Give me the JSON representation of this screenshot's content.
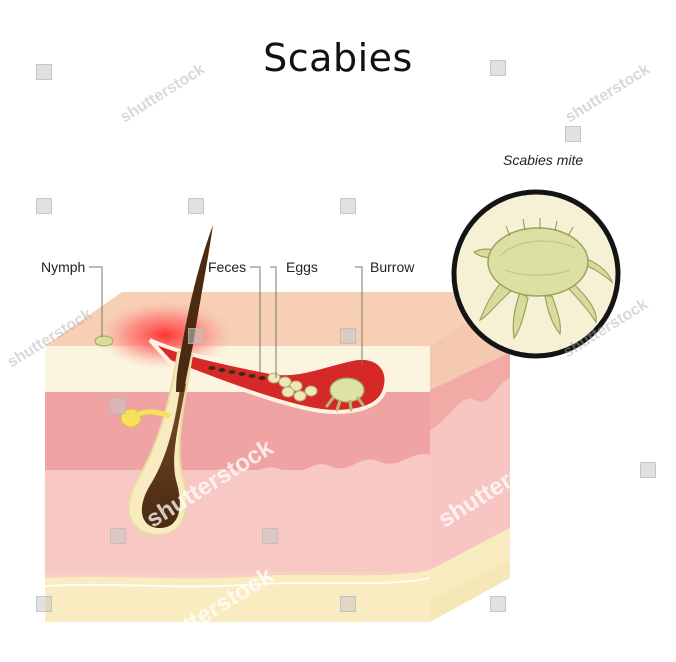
{
  "title": "Scabies",
  "labels": {
    "nymph": "Nymph",
    "feces": "Feces",
    "eggs": "Eggs",
    "burrow": "Burrow",
    "mite": "Scabies mite"
  },
  "watermark": "shutterstock",
  "colors": {
    "epidermis": "#f7cdb5",
    "stratum": "#faf5de",
    "dermis": "#f2a6a6",
    "deep_dermis": "#f7c7c4",
    "fat": "#f7edbe",
    "blood": "#e02a2a",
    "hair": "#5a3418",
    "mite": "#d9dea0",
    "lens_bg": "#f6f1d5"
  }
}
